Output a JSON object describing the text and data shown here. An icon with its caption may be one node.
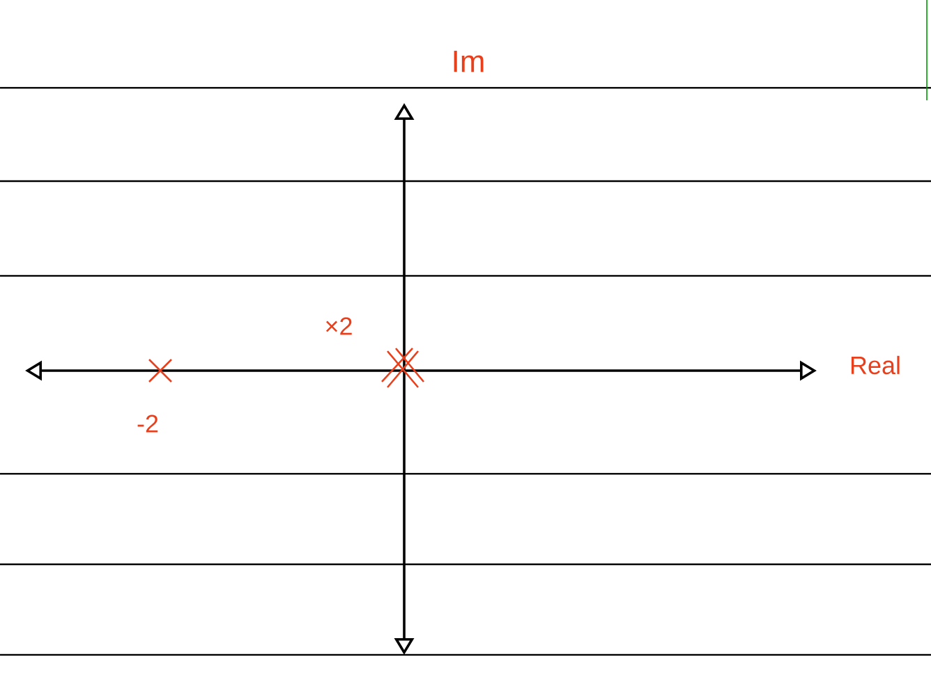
{
  "diagram": {
    "labels": [
      "Im",
      "×2",
      "-2",
      "Real"
    ]
  }
}
